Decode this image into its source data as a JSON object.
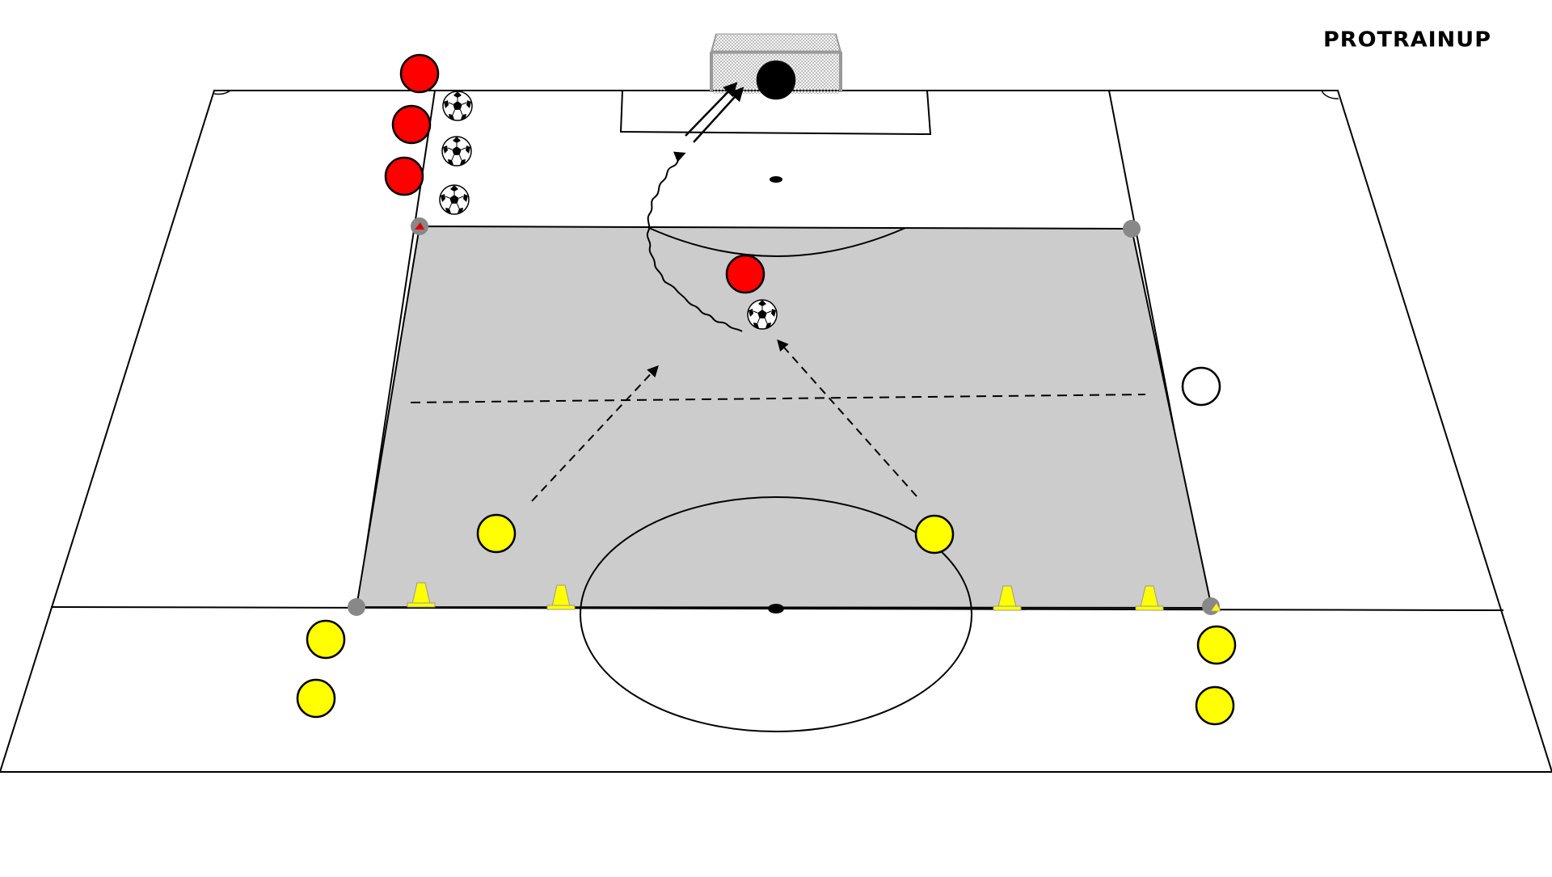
{
  "brand": {
    "text": "PROTRAINUP"
  },
  "colors": {
    "pitch_lines": "#000000",
    "pitch_background": "#ffffff",
    "zone_fill": "#cccccc",
    "team_red": "#ff0000",
    "team_yellow": "#ffff00",
    "goalkeeper": "#000000",
    "neutral_player": "#ffffff",
    "cone_marker": "#888888",
    "training_cone": "#ffff00"
  },
  "legend_icons": {
    "red_player": "player-red-icon",
    "yellow_player": "player-yellow-icon",
    "goalkeeper": "goalkeeper-icon",
    "neutral_player": "neutral-player-icon",
    "ball": "soccer-ball-icon",
    "cone": "cone-icon",
    "marker": "disc-marker-icon",
    "goal": "goal-icon"
  },
  "counts": {
    "red_players": 4,
    "yellow_players": 6,
    "goalkeepers": 1,
    "neutral_players": 1,
    "balls": 4,
    "training_cones": 4,
    "goals": 1
  }
}
